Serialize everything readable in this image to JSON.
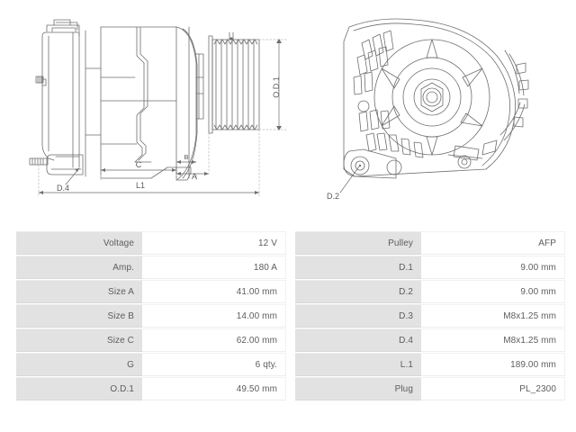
{
  "drawing": {
    "side_view": {
      "name": "alternator-side-view",
      "callouts": [
        {
          "id": "d4",
          "label": "D.4"
        },
        {
          "id": "c",
          "label": "C"
        },
        {
          "id": "b",
          "label": "B"
        },
        {
          "id": "a",
          "label": "A"
        },
        {
          "id": "l1",
          "label": "L1"
        },
        {
          "id": "od1",
          "label": "O.D.1"
        }
      ]
    },
    "end_view": {
      "name": "alternator-end-view",
      "callouts": [
        {
          "id": "d2",
          "label": "D.2"
        }
      ]
    }
  },
  "specs": {
    "left": [
      {
        "label": "Voltage",
        "value": "12 V"
      },
      {
        "label": "Amp.",
        "value": "180 A"
      },
      {
        "label": "Size A",
        "value": "41.00 mm"
      },
      {
        "label": "Size B",
        "value": "14.00 mm"
      },
      {
        "label": "Size C",
        "value": "62.00 mm"
      },
      {
        "label": "G",
        "value": "6 qty."
      },
      {
        "label": "O.D.1",
        "value": "49.50 mm"
      }
    ],
    "right": [
      {
        "label": "Pulley",
        "value": "AFP"
      },
      {
        "label": "D.1",
        "value": "9.00 mm"
      },
      {
        "label": "D.2",
        "value": "9.00 mm"
      },
      {
        "label": "D.3",
        "value": "M8x1.25 mm"
      },
      {
        "label": "D.4",
        "value": "M8x1.25 mm"
      },
      {
        "label": "L.1",
        "value": "189.00 mm"
      },
      {
        "label": "Plug",
        "value": "PL_2300"
      }
    ]
  },
  "colors": {
    "line": "#6e6e6e",
    "label_bg": "#e2e2e2",
    "text": "#5d5d5d",
    "page_bg": "#ffffff"
  }
}
